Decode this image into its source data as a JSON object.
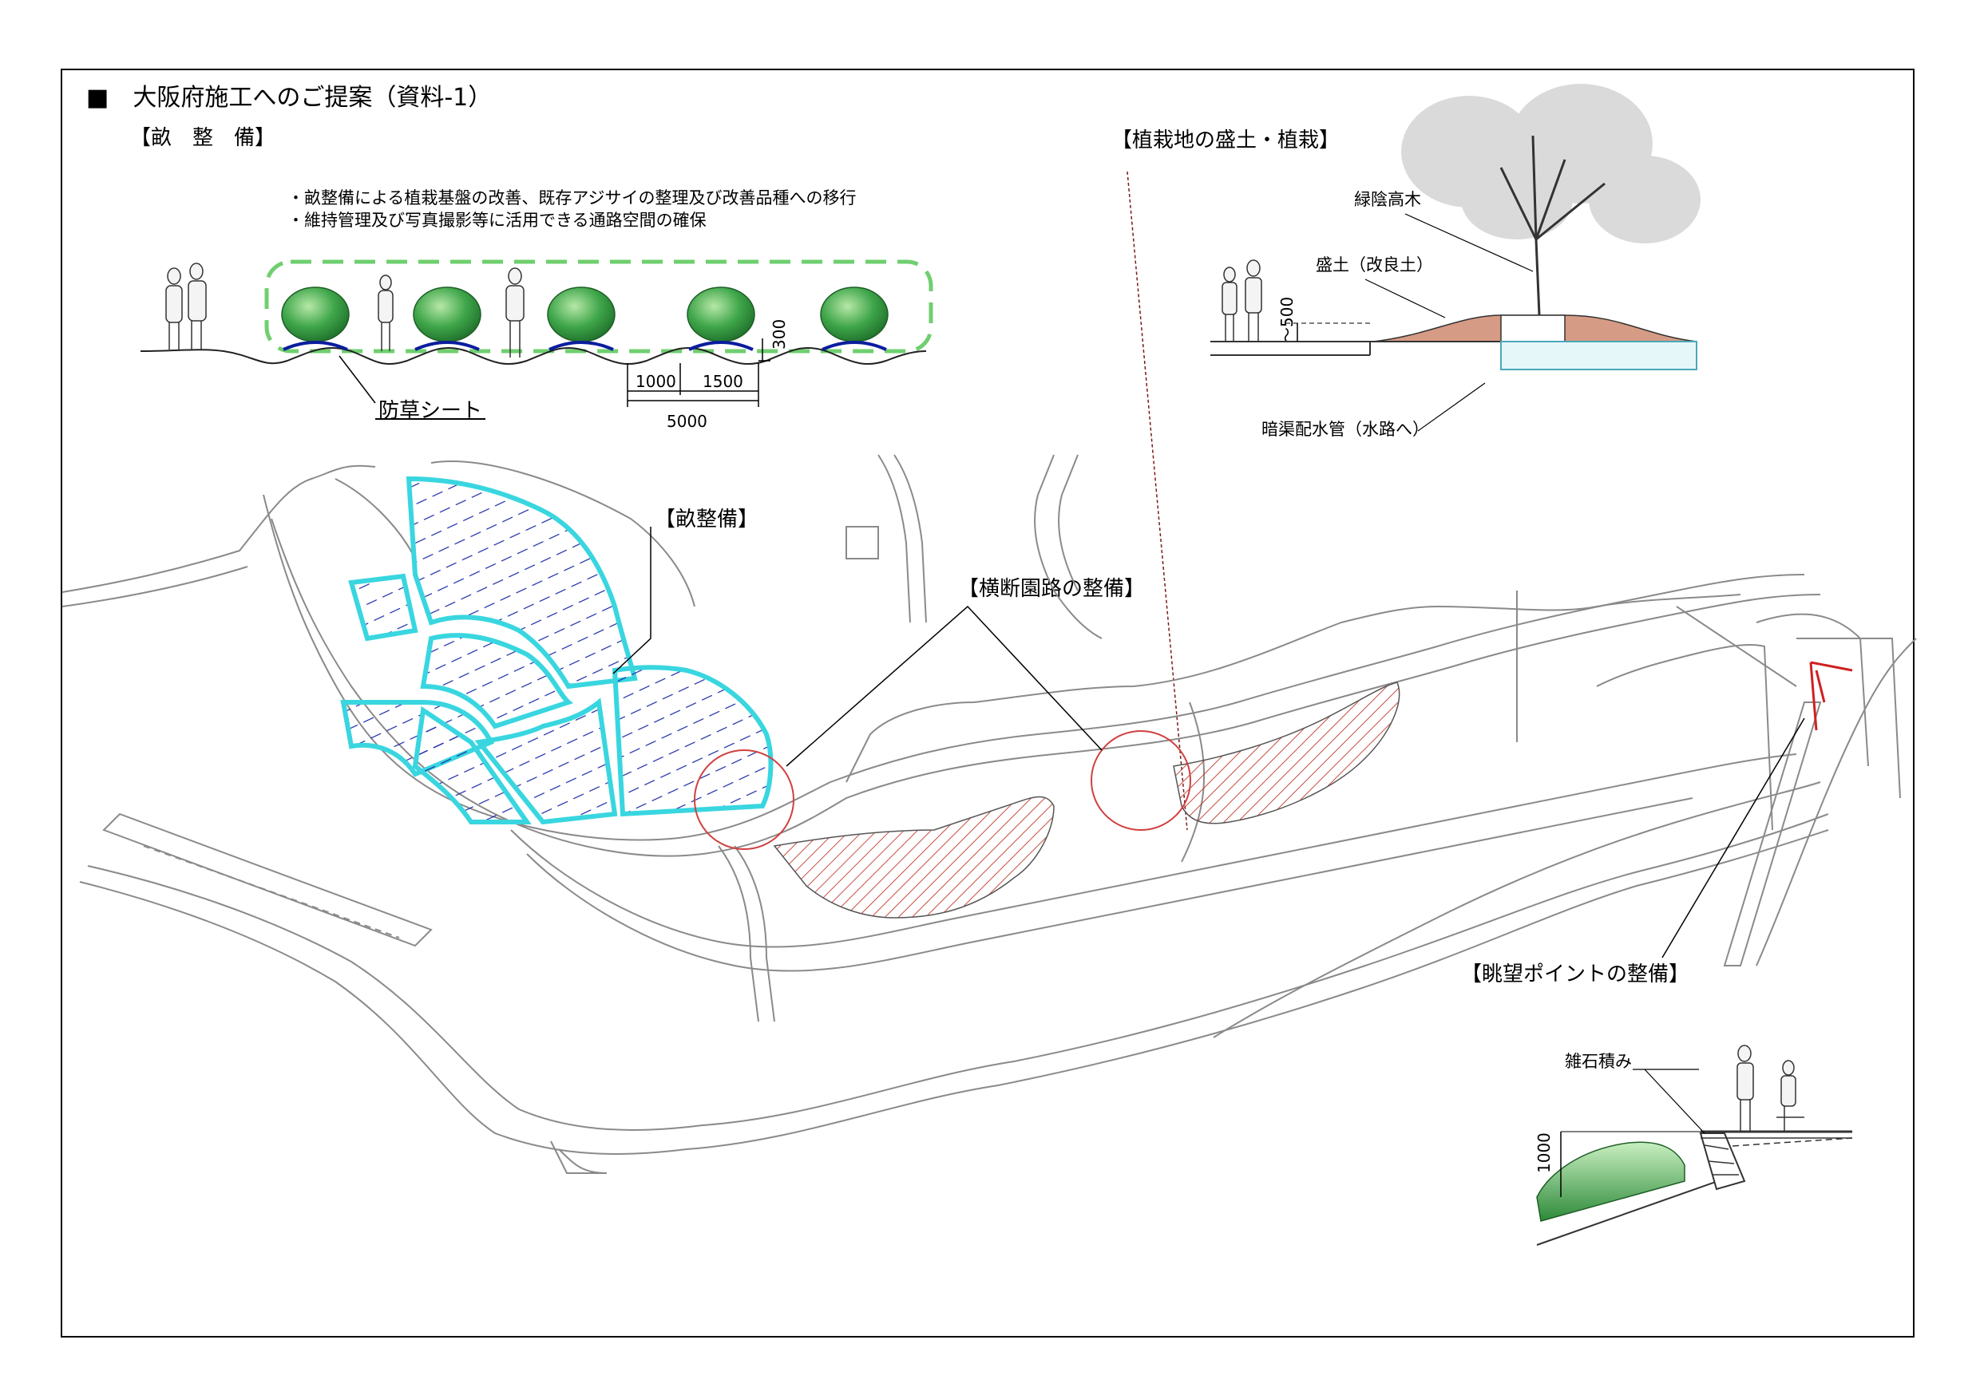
{
  "title": "■　大阪府施工へのご提案（資料-1）",
  "sections": {
    "une": "【畝　整　備】",
    "planting": "【植栽地の盛土・植栽】",
    "une_map": "【畝整備】",
    "path": "【横断園路の整備】",
    "viewpoint": "【眺望ポイントの整備】"
  },
  "notes": [
    "・畝整備による植栽基盤の改善、既存アジサイの整理及び改善品種への移行",
    "・維持管理及び写真撮影等に活用できる通路空間の確保"
  ],
  "une_detail": {
    "sheet_label": "防草シート",
    "dim_1000": "1000",
    "dim_1500": "1500",
    "dim_5000": "5000",
    "dim_300": "300"
  },
  "planting_detail": {
    "tree_label": "緑陰高木",
    "mound_label": "盛土（改良土）",
    "height_label": "～500",
    "pipe_label": "暗渠配水管（水路へ）"
  },
  "viewpoint_detail": {
    "stone_label": "雑石積み",
    "height_label": "1000"
  },
  "colors": {
    "guide_dash": "#6fcf6f",
    "une_outline": "#39d6e0",
    "une_hatch": "#1a2aa8",
    "mound": "#d69b84",
    "hatch_red": "#c0392b",
    "circle_red": "#d04040",
    "shrub": "#2f9a3a"
  }
}
